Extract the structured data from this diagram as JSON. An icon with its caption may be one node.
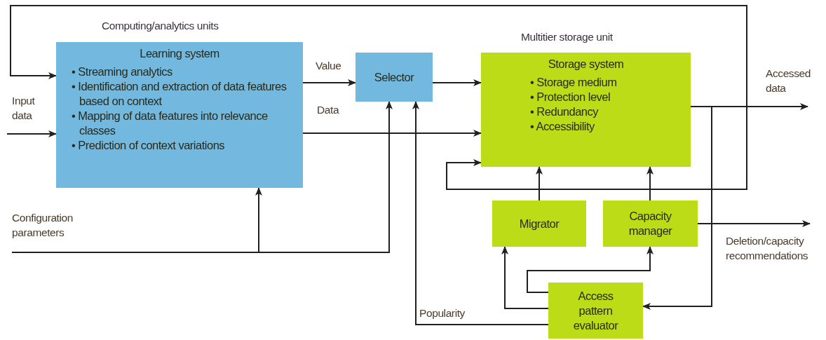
{
  "diagram": {
    "nodes": [
      {
        "text": [
          "Learning system",
          "• Streaming analytics",
          "• Identification and extraction of data features based on context",
          "• Mapping of data features into relevance classes",
          "• Prediction of context variations"
        ],
        "beside": [
          "Computing/analytics units"
        ]
      },
      {
        "text": [
          "Selector"
        ]
      },
      {
        "text": [
          "Storage system",
          "• Storage medium",
          "• Protection level",
          "• Redundancy",
          "• Accessibility"
        ],
        "beside": [
          "Multitier storage unit"
        ]
      },
      {
        "text": [
          "Migrator"
        ]
      },
      {
        "text": [
          "Capacity manager"
        ]
      },
      {
        "text": [
          "Access pattern evaluator"
        ]
      }
    ],
    "edges": [
      {
        "from": null,
        "to": 0,
        "arrow": "to",
        "label": "Input data"
      },
      {
        "from": null,
        "to": 0,
        "arrow": "to",
        "label": "Configuration parameters"
      },
      {
        "from": null,
        "to": 1,
        "arrow": "to"
      },
      {
        "from": 0,
        "to": 1,
        "arrow": "to",
        "label": "Value"
      },
      {
        "from": 0,
        "to": 2,
        "arrow": "to",
        "label": "Data"
      },
      {
        "from": 1,
        "to": 2,
        "arrow": "to"
      },
      {
        "from": 2,
        "to": null,
        "arrow": "to",
        "label": "Accessed data"
      },
      {
        "from": 2,
        "to": 0,
        "arrow": "to"
      },
      {
        "from": 2,
        "to": 2,
        "arrow": "to"
      },
      {
        "from": 2,
        "to": 5,
        "arrow": "to"
      },
      {
        "from": 3,
        "to": 2,
        "arrow": "to"
      },
      {
        "from": 4,
        "to": 2,
        "arrow": "to"
      },
      {
        "from": 4,
        "to": null,
        "arrow": "to",
        "label": "Deletion/capacity recommendations"
      },
      {
        "from": 5,
        "to": 3,
        "arrow": "to"
      },
      {
        "from": 5,
        "to": 4,
        "arrow": "to"
      },
      {
        "from": 5,
        "to": 1,
        "arrow": "to",
        "label": "Popularity"
      }
    ]
  }
}
